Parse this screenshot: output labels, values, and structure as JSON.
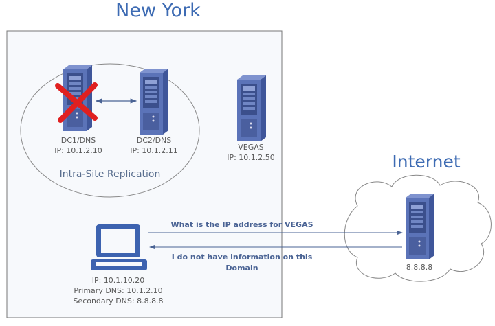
{
  "site_title": "New York",
  "internet_title": "Internet",
  "replication_label": "Intra-Site Replication",
  "servers": [
    {
      "name": "DC1/DNS",
      "ip": "IP: 10.1.2.10",
      "status": "failed"
    },
    {
      "name": "DC2/DNS",
      "ip": "IP: 10.1.2.11"
    },
    {
      "name": "VEGAS",
      "ip": "IP: 10.1.2.50"
    }
  ],
  "client": {
    "ip": "IP: 10.1.10.20",
    "primary_dns": "Primary DNS: 10.1.2.10",
    "secondary_dns": "Secondary DNS: 8.8.8.8"
  },
  "public_dns": {
    "ip": "8.8.8.8"
  },
  "messages": {
    "query": "What is the IP address for VEGAS",
    "reply_line1": "I do not have information on this",
    "reply_line2": "Domain"
  },
  "colors": {
    "accent": "#3d6bb3",
    "server": "#5b73b8",
    "failed": "#e02020"
  }
}
